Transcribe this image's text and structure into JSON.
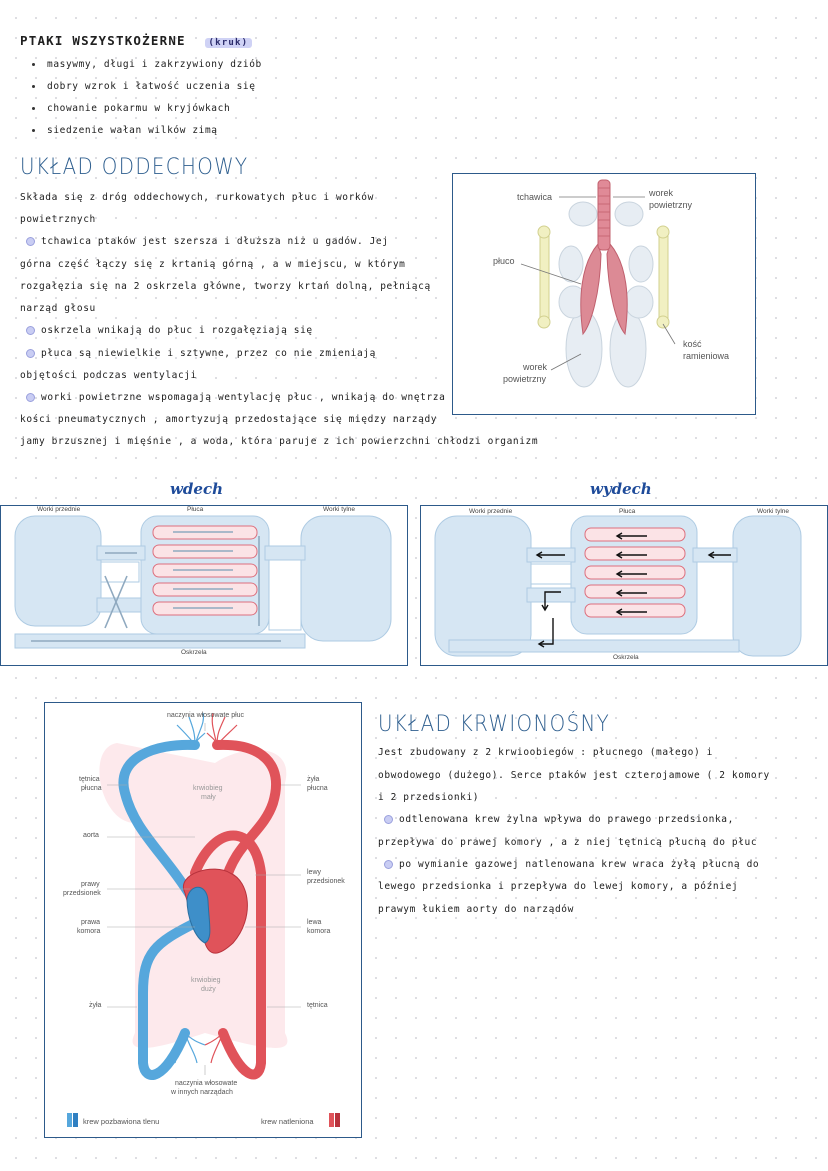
{
  "section_birds": {
    "title": "PTAKI WSZYSTKOŻERNE",
    "tag": "(kruk)",
    "bullets": [
      "masywmy, długi i zakrzywiony dziób",
      "dobry wzrok i łatwość uczenia się",
      "chowanie pokarmu w kryjówkach",
      "siedzenie wałan wilków zimą"
    ]
  },
  "section_respiratory": {
    "heading": "UKŁAD ODDECHOWY",
    "lines": [
      "Składa się z dróg oddechowych, rurkowatych płuc i worków",
      "powietrznych",
      "tchawica ptaków jest szersza i dłuższa niż u gadów. Jej",
      "górna część łączy się z krtanią górną , a w miejscu, w którym",
      "rozgałęzia się na 2 oskrzela główne, tworzy krtań dolną, pełniącą",
      "narząd głosu",
      "oskrzela wnikają do płuc i rozgałęziają się",
      "płuca są niewielkie i sztywne, przez co nie zmieniają",
      "objętości podczas wentylacji",
      "worki powietrzne wspomagają wentylację płuc , wnikają do wnętrza",
      "kości pneumatycznych , amortyzują przedostające się między narządy",
      "jamy brzusznej i mięśnie , a woda, która paruje z ich powierzchni chłodzi organizm"
    ],
    "figure_labels": {
      "trachea": "tchawica",
      "air_sac_top_1": "worek",
      "air_sac_top_2": "powietrzny",
      "lung": "płuco",
      "bone_1": "kość",
      "bone_2": "ramieniowa",
      "air_sac_bottom_1": "worek",
      "air_sac_bottom_2": "powietrzny"
    }
  },
  "ventilation": {
    "inhale": {
      "caption": "wdech",
      "front": "Worki przednie",
      "lungs": "Płuca",
      "back": "Worki tylne",
      "bronchi": "Oskrzela"
    },
    "exhale": {
      "caption": "wydech",
      "front": "Worki przednie",
      "lungs": "Płuca",
      "back": "Worki tylne",
      "bronchi": "Oskrzela"
    }
  },
  "section_circulatory": {
    "heading": "UKŁAD KRWIONOŚNY",
    "lines": [
      "Jest zbudowany z 2 krwioobiegów : płucnego (małego) i",
      "obwodowego (dużego). Serce ptaków jest czterojamowe ( 2 komory",
      "i 2 przedsionki)",
      "odtlenowana krew żylna wpływa do prawego przedsionka,",
      "przepływa do prawej komory , a z niej tętnicą płucną do płuc",
      "po wymianie gazowej natlenowana krew wraca żyłą płucną do",
      "lewego przedsionka i przepływa do lewej komory, a później",
      "prawym łukiem aorty do narządów"
    ],
    "figure": {
      "lung_capillaries": "naczynia włosowate płuc",
      "pulmonary_artery_1": "tętnica",
      "pulmonary_artery_2": "płucna",
      "pulmonary_vein_1": "żyła",
      "pulmonary_vein_2": "płucna",
      "small_circuit_1": "krwiobieg",
      "small_circuit_2": "mały",
      "aorta": "aorta",
      "right_atrium_1": "prawy",
      "right_atrium_2": "przedsionek",
      "left_atrium_1": "lewy",
      "left_atrium_2": "przedsionek",
      "right_ventricle_1": "prawa",
      "right_ventricle_2": "komora",
      "left_ventricle_1": "lewa",
      "left_ventricle_2": "komora",
      "big_circuit_1": "krwiobieg",
      "big_circuit_2": "duży",
      "vein": "żyła",
      "artery": "tętnica",
      "organ_capillaries_1": "naczynia włosowate",
      "organ_capillaries_2": "w innych narządach",
      "legend_deox": "krew pozbawiona tlenu",
      "legend_ox": "krew natleniona"
    }
  },
  "colors": {
    "heading_blue": "#2f5f8f",
    "frame_blue": "#2d5a8a",
    "oxygenated_red": "#e0535a",
    "deoxygenated_blue": "#4aa3d8",
    "air_sac_blue": "#d6e6f3"
  }
}
